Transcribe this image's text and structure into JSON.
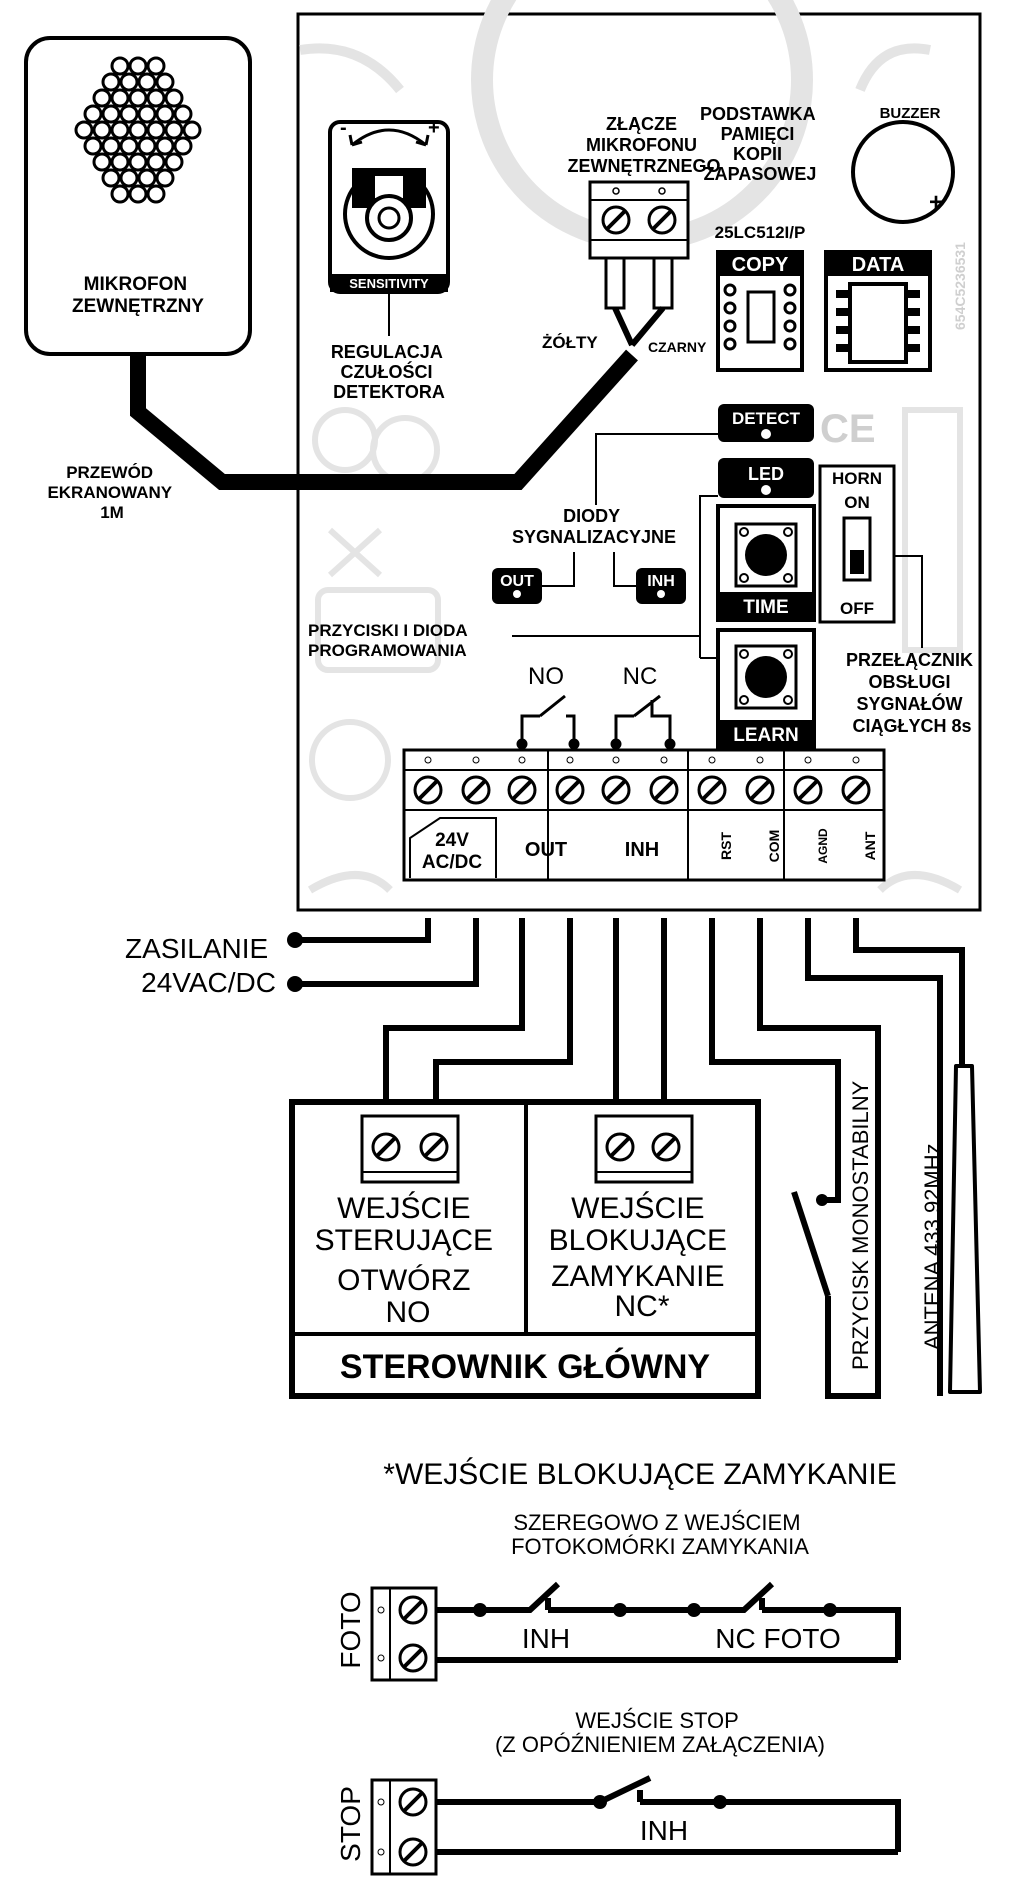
{
  "external_mic": {
    "label_line1": "MIKROFON",
    "label_line2": "ZEWNĘTRZNY"
  },
  "cable": {
    "line1": "PRZEWÓD",
    "line2": "EKRANOWANY",
    "line3": "1M"
  },
  "sensitivity": {
    "badge": "SENSITIVITY",
    "minus": "-",
    "plus": "+",
    "caption1": "REGULACJA",
    "caption2": "CZUŁOŚCI",
    "caption3": "DETEKTORA"
  },
  "mic_connector": {
    "line1": "ZŁĄCZE",
    "line2": "MIKROFONU",
    "line3": "ZEWNĘTRZNEGO",
    "wire_yellow": "ŻÓŁTY",
    "wire_black": "CZARNY"
  },
  "memory": {
    "line1": "PODSTAWKA",
    "line2": "PAMIĘCI",
    "line3": "KOPII",
    "line4": "ZAPASOWEJ",
    "chip": "25LC512I/P",
    "copy_label": "COPY",
    "data_label": "DATA"
  },
  "buzzer": {
    "label": "BUZZER",
    "plus": "+"
  },
  "pcb_code": "654C5236531",
  "leds": {
    "detect": "DETECT",
    "led": "LED",
    "out": "OUT",
    "inh": "INH",
    "caption1": "DIODY",
    "caption2": "SYGNALIZACYJNE"
  },
  "buttons": {
    "time": "TIME",
    "learn": "LEARN",
    "caption1": "PRZYCISKI I DIODA",
    "caption2": "PROGRAMOWANIA"
  },
  "horn": {
    "title": "HORN",
    "on": "ON",
    "off": "OFF",
    "caption1": "PRZEŁĄCZNIK",
    "caption2": "OBSŁUGI",
    "caption3": "SYGNAŁÓW",
    "caption4": "CIĄGŁYCH 8s"
  },
  "relays": {
    "no": "NO",
    "nc": "NC"
  },
  "terminals": {
    "pwr1": "24V",
    "pwr2": "AC/DC",
    "out": "OUT",
    "inh": "INH",
    "rst": "RST",
    "com": "COM",
    "agnd": "AGND",
    "ant": "ANT"
  },
  "power": {
    "line1": "ZASILANIE",
    "line2": "24VAC/DC"
  },
  "controller": {
    "left1": "WEJŚCIE",
    "left2": "STERUJĄCE",
    "left3": "OTWÓRZ",
    "left4": "NO",
    "right1": "WEJŚCIE",
    "right2": "BLOKUJĄCE",
    "right3": "ZAMYKANIE",
    "right4": "NC*",
    "title": "STEROWNIK GŁÓWNY"
  },
  "button_label": "PRZYCISK MONOSTABILNY",
  "antenna_label": "ANTENA 433.92MHz",
  "note": {
    "title": "*WEJŚCIE BLOKUJĄCE ZAMYKANIE",
    "foto_desc1": "SZEREGOWO Z WEJŚCIEM",
    "foto_desc2": "FOTOKOMÓRKI ZAMYKANIA",
    "foto_side": "FOTO",
    "foto_inh": "INH",
    "foto_nc": "NC FOTO",
    "stop_desc1": "WEJŚCIE STOP",
    "stop_desc2": "(Z OPÓŹNIENIEM ZAŁĄCZENIA)",
    "stop_side": "STOP",
    "stop_inh": "INH"
  }
}
